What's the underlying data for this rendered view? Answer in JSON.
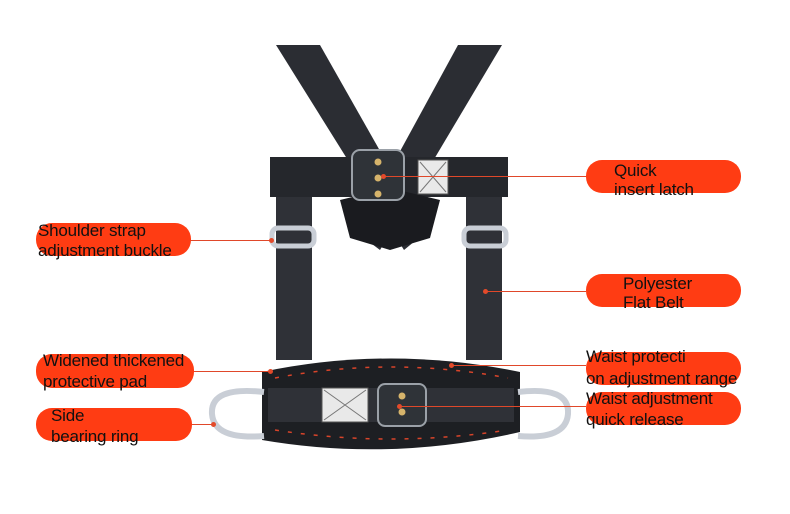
{
  "colors": {
    "callout_fill": "#ff3c13",
    "webbing": "#2b2d33",
    "metal": "#c9ced6",
    "arrow_marks": "#d8442a"
  },
  "labels": {
    "quick_insert_latch": {
      "line1": "Quick",
      "line2": "insert latch"
    },
    "shoulder_strap_buckle": {
      "line1": "Shoulder strap",
      "line2": "adjustment buckle"
    },
    "polyester_flat_belt": {
      "line1": "Polyester",
      "line2": "Flat Belt"
    },
    "protective_pad": {
      "line1": "Widened thickened",
      "line2": "protective pad"
    },
    "waist_protection_range": {
      "line1": "Waist protecti",
      "line2": "on adjustment range"
    },
    "waist_quick_release": {
      "line1": "Waist adjustment",
      "line2": "quick release"
    },
    "side_bearing_ring": {
      "line1": "Side",
      "line2": "bearing ring"
    }
  }
}
